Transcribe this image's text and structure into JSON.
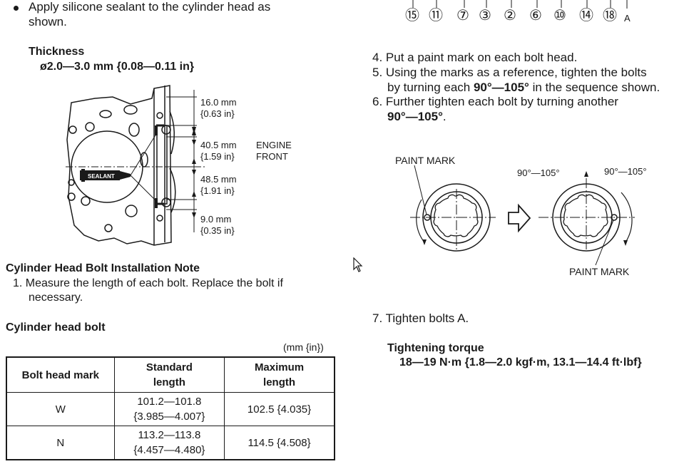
{
  "left": {
    "bullet_line1": "Apply silicone sealant to the cylinder head as",
    "bullet_line2": "shown.",
    "thickness_label": "Thickness",
    "thickness_value": "ø2.0—3.0 mm {0.08—0.11 in}",
    "diagram": {
      "sealant_label": "SEALANT",
      "dim1_mm": "16.0 mm",
      "dim1_in": "{0.63 in}",
      "dim2_mm": "40.5 mm",
      "dim2_in": "{1.59 in}",
      "dim3_mm": "48.5 mm",
      "dim3_in": "{1.91 in}",
      "dim4_mm": "9.0 mm",
      "dim4_in": "{0.35 in}",
      "engine_label": "ENGINE",
      "front_label": "FRONT"
    },
    "section_title": "Cylinder Head Bolt Installation Note",
    "step1_line1": "1. Measure the length of each bolt. Replace the bolt if",
    "step1_line2": "necessary.",
    "table_title": "Cylinder head bolt",
    "table_unit": "(mm {in})",
    "table": {
      "headers": [
        "Bolt head mark",
        "Standard",
        "length",
        "Maximum",
        "length"
      ],
      "rows": [
        {
          "mark": "W",
          "std_mm": "101.2—101.8",
          "std_in": "{3.985—4.007}",
          "max": "102.5 {4.035}"
        },
        {
          "mark": "N",
          "std_mm": "113.2—113.8",
          "std_in": "{4.457—4.480}",
          "max": "114.5 {4.508}"
        }
      ]
    }
  },
  "right": {
    "sequence": [
      "⑮",
      "⑪",
      "⑦",
      "③",
      "②",
      "⑥",
      "⑩",
      "⑭",
      "⑱"
    ],
    "sequence_last": "A",
    "step4": "4. Put a paint mark on each bolt head.",
    "step5_line1": "5. Using the marks as a reference, tighten the bolts",
    "step5_line2_pre": "by turning each ",
    "step5_line2_bold": "90°—105°",
    "step5_line2_post": " in the sequence shown.",
    "step6_line1": "6. Further tighten each bolt by turning another",
    "step6_line2_bold": "90°—105°",
    "step6_line2_post": ".",
    "diagram": {
      "paint_mark_top": "PAINT MARK",
      "angle_left": "90°—105°",
      "angle_right": "90°—105°",
      "paint_mark_bottom": "PAINT MARK"
    },
    "step7": "7. Tighten bolts A.",
    "torque_label": "Tightening torque",
    "torque_value": "18—19 N·m {1.8—2.0 kgf·m, 13.1—14.4 ft·lbf}"
  }
}
